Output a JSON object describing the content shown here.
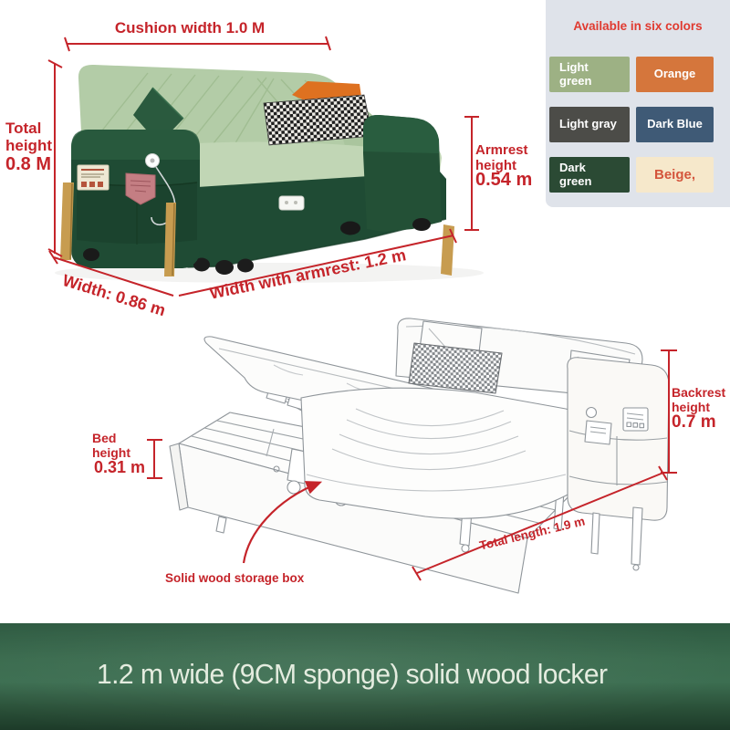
{
  "photo": {
    "cushion_width": "Cushion width 1.0 M",
    "total_height_label": "Total height",
    "total_height_value": "0.8 M",
    "armrest_height_label": "Armrest height",
    "armrest_height_value": "0.54 m",
    "width_label": "Width: 0.86 m",
    "width_with_armrest_label": "Width with armrest: 1.2 m"
  },
  "colors_panel": {
    "title": "Available in six colors",
    "swatches": [
      {
        "label": "Light green",
        "lines": [
          "Light",
          "green"
        ],
        "bg": "#9db184",
        "color": "#ffffff",
        "align": "left"
      },
      {
        "label": "Orange",
        "lines": [
          "Orange"
        ],
        "bg": "#d5763c",
        "color": "#ffffff",
        "align": "center"
      },
      {
        "label": "Light gray",
        "lines": [
          "Light gray"
        ],
        "bg": "#4c4c48",
        "color": "#ffffff",
        "align": "left"
      },
      {
        "label": "Dark Blue",
        "lines": [
          "Dark Blue"
        ],
        "bg": "#3f5a76",
        "color": "#ffffff",
        "align": "center"
      },
      {
        "label": "Dark green",
        "lines": [
          "Dark",
          "green"
        ],
        "bg": "#2b4a34",
        "color": "#ffffff",
        "align": "left"
      },
      {
        "label": "Beige,",
        "lines": [
          "Beige,"
        ],
        "bg": "#f6e8cb",
        "color": "#d4553c",
        "align": "center",
        "large": true
      }
    ]
  },
  "sketch": {
    "bed_height_label": "Bed height",
    "bed_height_value": "0.31 m",
    "backrest_height_label": "Backrest height",
    "backrest_height_value": "0.7 m",
    "total_length_label": "Total length: 1.9 m",
    "storage_label": "Solid wood storage box"
  },
  "banner": {
    "text": "1.2 m wide (9CM sponge) solid wood locker"
  },
  "palette": {
    "annotation_red": "#c5242a",
    "panel_title_red": "#e03a30",
    "panel_bg": "#dfe3ea",
    "banner_green_mid": "#3a6b4e",
    "banner_green_dark": "#1d3b29",
    "sofa_light_green": "#b3cca7",
    "seat_light_green": "#c1d6b5",
    "sofa_dark_green": "#1f4b34",
    "leg_gold": "#c79c50"
  }
}
